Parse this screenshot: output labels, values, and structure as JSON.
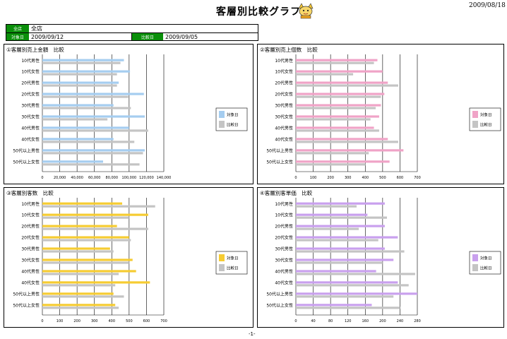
{
  "header": {
    "title": "客層別比較グラフ",
    "date": "2009/08/18",
    "page": "-1-"
  },
  "filters": {
    "store_label": "全店",
    "store_value": "全店",
    "target_label": "対象日",
    "target_value": "2009/09/12",
    "compare_label": "比較日",
    "compare_value": "2009/09/05"
  },
  "colors": {
    "compare": "#c4c4c4",
    "frame": "#000000"
  },
  "chart_data": [
    {
      "type": "bar",
      "title": "①客層別売上金額　比較",
      "orientation": "horizontal",
      "categories": [
        "10代男性",
        "10代女性",
        "20代男性",
        "20代女性",
        "30代男性",
        "30代女性",
        "40代男性",
        "40代女性",
        "50代以上男性",
        "50代以上女性"
      ],
      "xlim": [
        0,
        140000
      ],
      "ticks": [
        0,
        20000,
        40000,
        60000,
        80000,
        100000,
        120000,
        140000
      ],
      "tick_labels": [
        "0",
        "20,000",
        "40,000",
        "60,000",
        "80,000",
        "100,000",
        "120,000",
        "140,000"
      ],
      "legend": [
        "対象日",
        "比較日"
      ],
      "series": [
        {
          "name": "対象日",
          "color": "#a5cdf0",
          "values": [
            94000,
            101000,
            88000,
            117000,
            82000,
            118000,
            100000,
            82000,
            118000,
            70000
          ]
        },
        {
          "name": "比較日",
          "color": "#c4c4c4",
          "values": [
            90000,
            86000,
            86000,
            99000,
            102000,
            75000,
            122000,
            106000,
            116000,
            112000
          ]
        }
      ]
    },
    {
      "type": "bar",
      "title": "②客層別売上個数　比較",
      "orientation": "horizontal",
      "categories": [
        "10代男性",
        "10代女性",
        "20代男性",
        "20代女性",
        "30代男性",
        "30代女性",
        "40代男性",
        "40代女性",
        "50代以上男性",
        "50代以上女性"
      ],
      "xlim": [
        0,
        700
      ],
      "ticks": [
        0,
        100,
        200,
        300,
        400,
        500,
        600,
        700
      ],
      "tick_labels": [
        "0",
        "100",
        "200",
        "300",
        "400",
        "500",
        "600",
        "700"
      ],
      "legend": [
        "対象日",
        "比較日"
      ],
      "series": [
        {
          "name": "対象日",
          "color": "#f0a3c7",
          "values": [
            470,
            500,
            530,
            510,
            490,
            480,
            450,
            530,
            620,
            540
          ]
        },
        {
          "name": "比較日",
          "color": "#c4c4c4",
          "values": [
            450,
            330,
            590,
            490,
            460,
            430,
            480,
            590,
            420,
            400
          ]
        }
      ]
    },
    {
      "type": "bar",
      "title": "③客層別客数　比較",
      "orientation": "horizontal",
      "categories": [
        "10代男性",
        "10代女性",
        "20代男性",
        "20代女性",
        "30代男性",
        "30代女性",
        "40代男性",
        "40代女性",
        "50代以上男性",
        "50代以上女性"
      ],
      "xlim": [
        0,
        700
      ],
      "ticks": [
        0,
        100,
        200,
        300,
        400,
        500,
        600,
        700
      ],
      "tick_labels": [
        "0",
        "100",
        "200",
        "300",
        "400",
        "500",
        "600",
        "700"
      ],
      "legend": [
        "対象日",
        "比較日"
      ],
      "series": [
        {
          "name": "対象日",
          "color": "#f6cc32",
          "values": [
            460,
            610,
            430,
            500,
            390,
            520,
            540,
            620,
            410,
            420
          ]
        },
        {
          "name": "比較日",
          "color": "#c4c4c4",
          "values": [
            650,
            500,
            610,
            510,
            410,
            500,
            440,
            420,
            470,
            440
          ]
        }
      ]
    },
    {
      "type": "bar",
      "title": "④客層別客単価　比較",
      "orientation": "horizontal",
      "categories": [
        "10代男性",
        "10代女性",
        "20代男性",
        "20代女性",
        "30代男性",
        "30代女性",
        "40代男性",
        "40代女性",
        "50代以上男性",
        "50代以上女性"
      ],
      "xlim": [
        0,
        280
      ],
      "ticks": [
        0,
        40,
        80,
        120,
        160,
        200,
        240,
        280
      ],
      "tick_labels": [
        "0",
        "40",
        "80",
        "120",
        "160",
        "200",
        "240",
        "280"
      ],
      "legend": [
        "対象日",
        "比較日"
      ],
      "series": [
        {
          "name": "対象日",
          "color": "#c9a0ee",
          "values": [
            205,
            165,
            205,
            235,
            205,
            225,
            185,
            235,
            280,
            175
          ]
        },
        {
          "name": "比較日",
          "color": "#c4c4c4",
          "values": [
            140,
            210,
            145,
            190,
            250,
            200,
            275,
            260,
            225,
            240
          ]
        }
      ]
    }
  ]
}
